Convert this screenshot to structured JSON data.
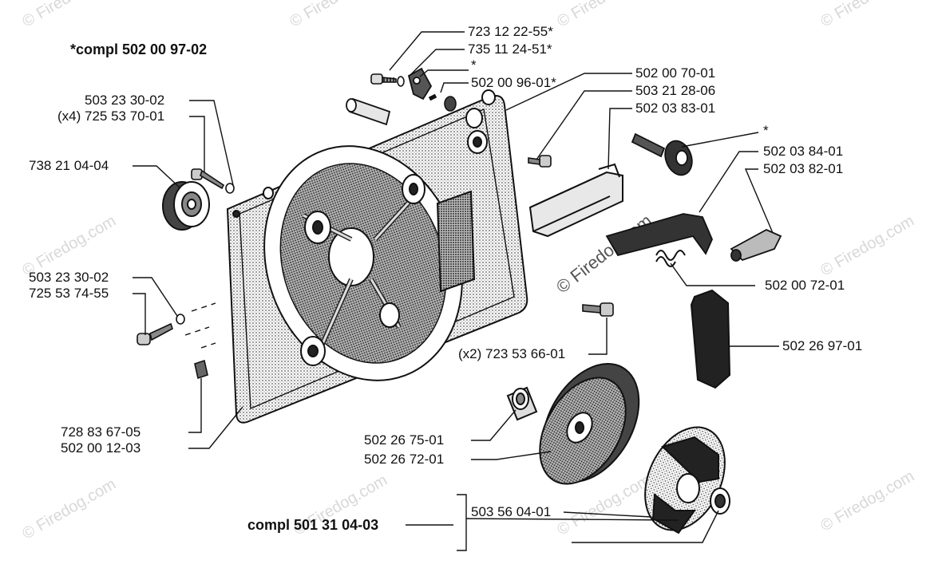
{
  "title": "*compl 502 00 97-02",
  "kit_label": "compl 501 31 04-03",
  "watermark": "© Firedog.com",
  "part_numbers": {
    "p1": "723 12 22-55*",
    "p2": "735 11 24-51*",
    "p3": "*",
    "p4": "502 00 96-01*",
    "p5": "502 00 70-01",
    "p6": "503 21 28-06",
    "p7": "502 03 83-01",
    "p8": "*",
    "p9": "502 03 84-01",
    "p10": "502 03 82-01",
    "p11": "503 23 30-02",
    "p12": "(x4) 725 53 70-01",
    "p13": "738 21 04-04",
    "p14": "503 23 30-02",
    "p15": "725 53 74-55",
    "p16": "502 00 72-01",
    "p17": "502 26 97-01",
    "p18": "(x2) 723 53 66-01",
    "p19": "728 83 67-05",
    "p20": "502 00 12-03",
    "p21": "502 26 75-01",
    "p22": "502 26 72-01",
    "p23": "503 56 04-01"
  },
  "colors": {
    "ink": "#111111",
    "shade": "#9a9a9a",
    "dark": "#3a3a3a",
    "watermark": "#d8d8d8"
  }
}
